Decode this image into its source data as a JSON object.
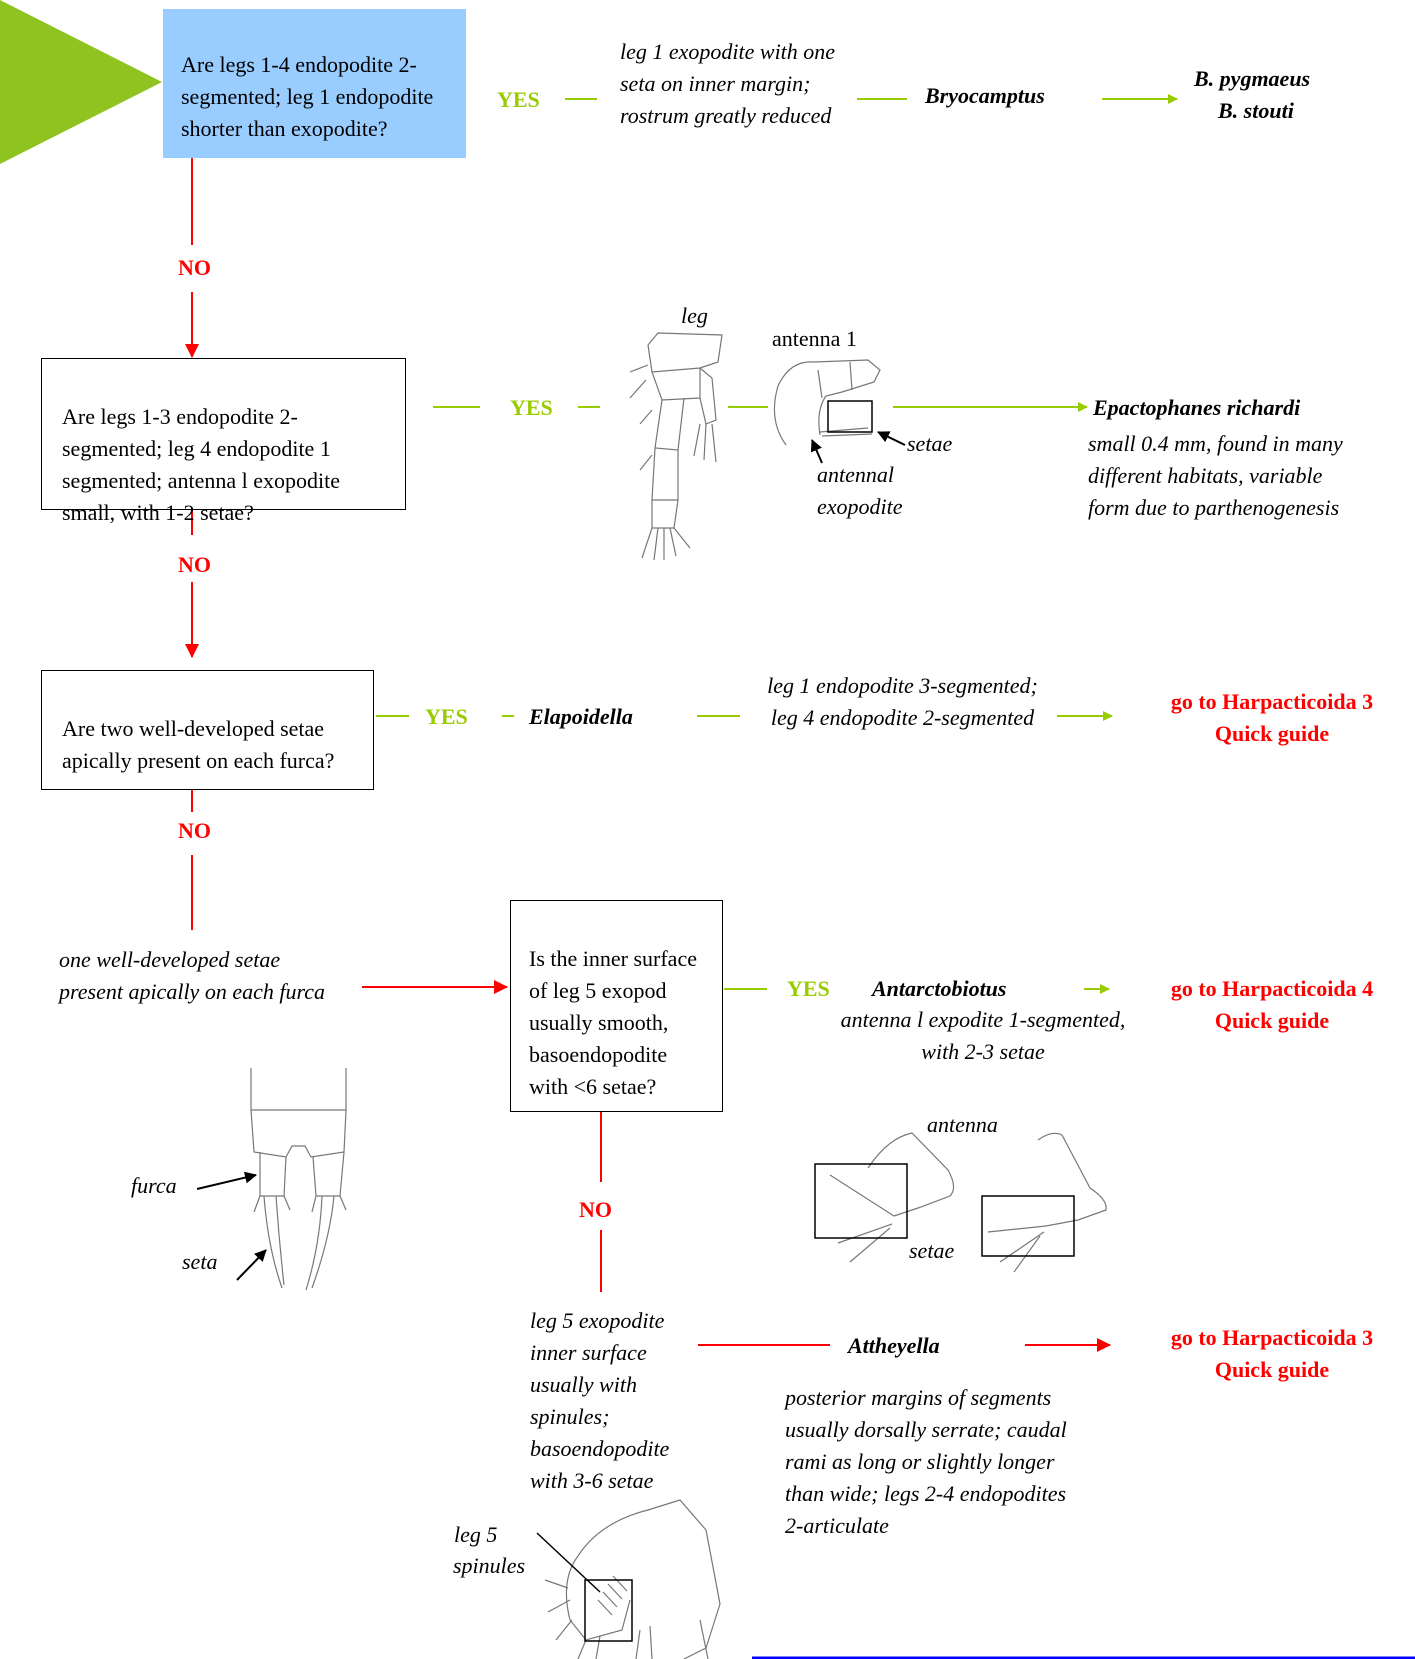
{
  "colors": {
    "yes": "#99cc00",
    "no": "#ff0000",
    "start_box": "#99ccff",
    "start_arrow": "#8fc31f",
    "bottom_line": "#0000ff"
  },
  "q1": {
    "question": "Are legs 1-4 endopodite 2-segmented; leg 1 endopodite shorter than exopodite?",
    "yes_label": "YES",
    "no_label": "NO",
    "note": "leg 1 exopodite with one seta on inner margin; rostrum greatly reduced",
    "genus": "Bryocamptus",
    "species_1": "B. pygmaeus",
    "species_2": "B. stouti"
  },
  "q2": {
    "question": "Are legs 1-3 endopodite 2-segmented; leg 4 endopodite 1 segmented; antenna l exopodite small, with 1-2 setae?",
    "yes_label": "YES",
    "no_label": "NO",
    "leg_label": "leg",
    "antenna_label": "antenna 1",
    "setae_label": "setae",
    "antennal_exopodite_label": "antennal exopodite",
    "species": "Epactophanes richardi",
    "species_note": "small 0.4 mm, found in many different habitats, variable form due to parthenogenesis"
  },
  "q3": {
    "question": "Are two well-developed setae apically present on each furca?",
    "yes_label": "YES",
    "no_label": "NO",
    "genus": "Elapoidella",
    "note": "leg 1 endopodite 3-segmented;  leg 4 endopodite 2-segmented",
    "goto": "go to Harpacticoida 3 Quick guide"
  },
  "q4": {
    "premise": "one well-developed setae present apically on each furca",
    "question": "Is the inner surface of  leg 5 exopod usually smooth, basoendopodite with <6 setae?",
    "yes_label": "YES",
    "no_label": "NO",
    "genus": "Antarctobiotus",
    "genus_note": "antenna l expodite 1-segmented,  with 2-3 setae",
    "goto": "go to Harpacticoida 4 Quick guide",
    "antenna_label": "antenna",
    "setae_label": "setae",
    "furca_label": "furca",
    "seta_label": "seta"
  },
  "q5": {
    "premise": "leg 5 exopodite inner surface usually with spinules; basoendopodite with 3-6 setae",
    "genus": "Attheyella",
    "genus_note": "posterior margins of segments usually dorsally serrate; caudal rami as long or slightly longer than wide; legs 2-4 endopodites 2-articulate",
    "goto": "go to Harpacticoida 3 Quick guide",
    "leg5_label": "leg 5",
    "spinules_label": "spinules"
  }
}
